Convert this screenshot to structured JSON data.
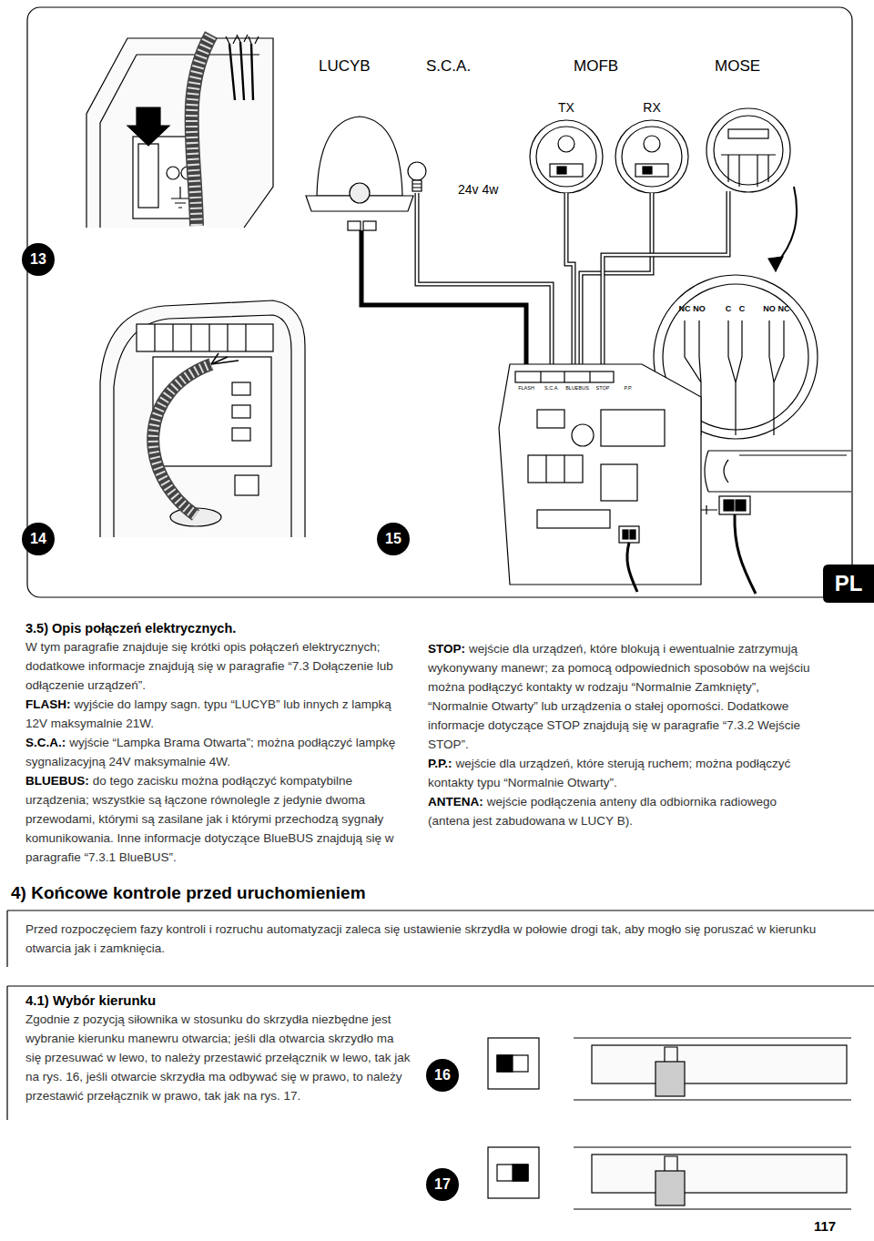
{
  "diagram": {
    "nodes": [
      {
        "text": [
          "13"
        ]
      },
      {
        "text": [
          "14"
        ]
      },
      {
        "text": [
          "15"
        ]
      },
      {
        "text": [
          "PL"
        ]
      },
      {
        "text": [
          "16"
        ]
      },
      {
        "text": [
          "17"
        ]
      }
    ],
    "labels": [
      "LUCYB",
      "S.C.A.",
      "MOFB",
      "MOSE",
      "TX",
      "RX",
      "24v 4w",
      "NC",
      "NO",
      "C",
      "C",
      "NO",
      "NC",
      "FLASH",
      "S.C.A.",
      "BLUEBUS",
      "STOP",
      "P.P.",
      "3.5) Opis połączeń elektrycznych.",
      "W tym paragrafie znajduje się krótki opis połączeń elektrycznych; dodatkowe informacje znajdują się w paragrafie “7.3 Dołączenie lub odłączenie urządzeń”.",
      "FLASH:",
      "wyjście do lampy sagn. typu “LUCYB” lub innych z lampką 12V maksymalnie 21W.",
      "S.C.A.:",
      "wyjście “Lampka Brama Otwarta”; można podłączyć lampkę sygnalizacyjną 24V maksymalnie 4W.",
      "BLUEBUS:",
      "do tego zacisku można podłączyć kompatybilne urządzenia; wszystkie są łączone równolegle z jedynie dwoma przewodami, którymi są zasilane jak i którymi przechodzą sygnały komunikowania. Inne informacje dotyczące BlueBUS znajdują się w paragrafie “7.3.1 BlueBUS”.",
      "STOP:",
      "wejście dla urządzeń, które blokują i ewentualnie zatrzymują wykonywany manewr; za pomocą odpowiednich sposobów na wejściu można podłączyć kontakty w rodzaju “Normalnie Zamknięty”, “Normalnie Otwarty” lub urządzenia o stałej oporności. Dodatkowe informacje dotyczące STOP znajdują się w paragrafie “7.3.2 Wejście STOP”.",
      "P.P.:",
      "wejście dla urządzeń, które sterują ruchem; można podłączyć kontakty typu “Normalnie Otwarty”.",
      "ANTENA:",
      "wejście podłączenia anteny dla odbiornika radiowego (antena jest zabudowana w LUCY B).",
      "4) Końcowe kontrole przed uruchomieniem",
      "Przed rozpoczęciem fazy kontroli i rozruchu automatyzacji zaleca się ustawienie skrzydła w połowie drogi tak, aby mogło się poruszać w kierunku otwarcia jak i zamknięcia.",
      "4.1) Wybór kierunku",
      "Zgodnie z pozycją siłownika w stosunku do skrzydła niezbędne jest wybranie kierunku manewru otwarcia; jeśli dla otwarcia skrzydło ma się przesuwać w lewo, to należy przestawić przełącznik w lewo, tak jak na rys. 16, jeśli otwarcie skrzydła ma odbywać się w prawo, to należy przestawić przełącznik w prawo, tak jak na rys. 17.",
      "117"
    ]
  }
}
